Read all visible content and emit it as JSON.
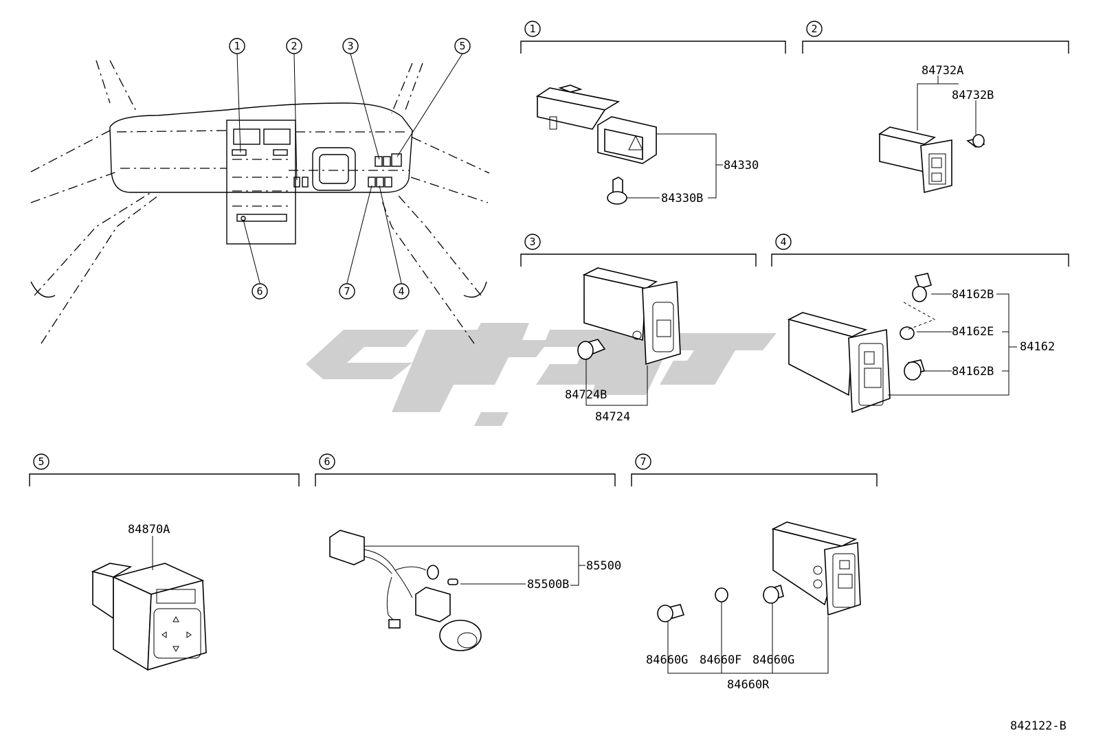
{
  "groups": [
    {
      "num": "1",
      "parts": [
        "84330",
        "84330B"
      ]
    },
    {
      "num": "2",
      "parts": [
        "84732A",
        "84732B"
      ]
    },
    {
      "num": "3",
      "parts": [
        "84724B",
        "84724"
      ]
    },
    {
      "num": "4",
      "parts": [
        "84162B",
        "84162E",
        "84162B",
        "84162"
      ]
    },
    {
      "num": "5",
      "parts": [
        "84870A"
      ]
    },
    {
      "num": "6",
      "parts": [
        "85500",
        "85500B"
      ]
    },
    {
      "num": "7",
      "parts": [
        "84660G",
        "84660F",
        "84660G",
        "84660R"
      ]
    }
  ],
  "overview_callouts": [
    "1",
    "2",
    "3",
    "5",
    "6",
    "7",
    "4"
  ],
  "figure_code": "842122-B"
}
